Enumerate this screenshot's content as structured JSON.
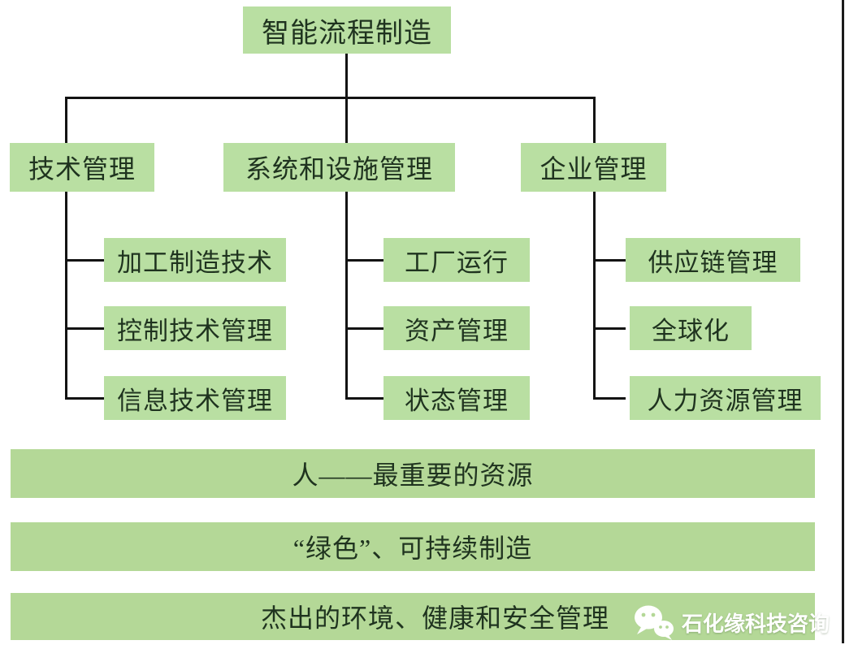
{
  "colors": {
    "node_fill": "#b9dfa2",
    "bar_fill": "#b4d897",
    "connector": "#131313",
    "text": "#1f331f",
    "watermark_text": "#ffffff"
  },
  "tree": {
    "root": {
      "label": "智能流程制造"
    },
    "branches": [
      {
        "label": "技术管理",
        "children": [
          {
            "label": "加工制造技术"
          },
          {
            "label": "控制技术管理"
          },
          {
            "label": "信息技术管理"
          }
        ]
      },
      {
        "label": "系统和设施管理",
        "children": [
          {
            "label": "工厂运行"
          },
          {
            "label": "资产管理"
          },
          {
            "label": "状态管理"
          }
        ]
      },
      {
        "label": "企业管理",
        "children": [
          {
            "label": "供应链管理"
          },
          {
            "label": "全球化"
          },
          {
            "label": "人力资源管理"
          }
        ]
      }
    ]
  },
  "foundation_bars": [
    {
      "label": "人——最重要的资源"
    },
    {
      "label": "“绿色”、可持续制造"
    },
    {
      "label": "杰出的环境、健康和安全管理"
    }
  ],
  "watermark": {
    "label": "石化缘科技咨询",
    "icon": "wechat-icon"
  }
}
